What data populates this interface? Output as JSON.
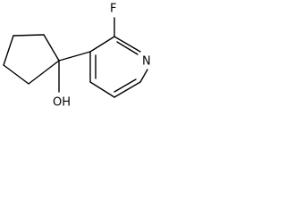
{
  "molecule": {
    "atoms": {
      "fluorine": "F",
      "nitrogen": "N",
      "hydroxyl": "OH"
    }
  }
}
